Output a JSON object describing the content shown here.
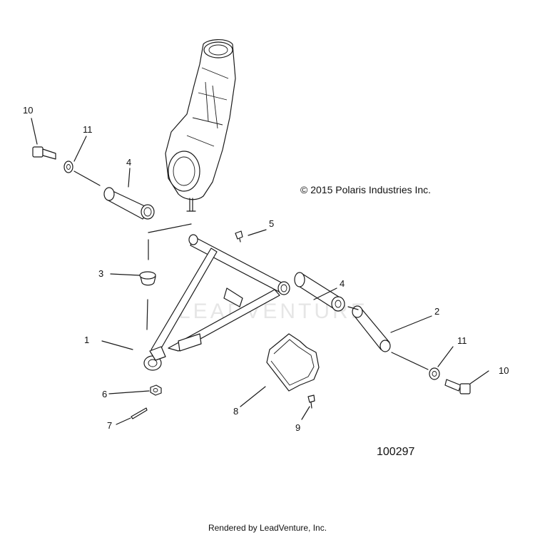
{
  "copyright": "© 2015 Polaris Industries Inc.",
  "diagram_number": "100297",
  "footer": "Rendered by LeadVenture, Inc.",
  "watermark": "LEADVENTURE",
  "callouts": {
    "c10_left": "10",
    "c11_left": "11",
    "c4_left": "4",
    "c5": "5",
    "c3": "3",
    "c4_right": "4",
    "c2": "2",
    "c1": "1",
    "c11_right": "11",
    "c10_right": "10",
    "c6": "6",
    "c8": "8",
    "c9": "9",
    "c7": "7"
  }
}
